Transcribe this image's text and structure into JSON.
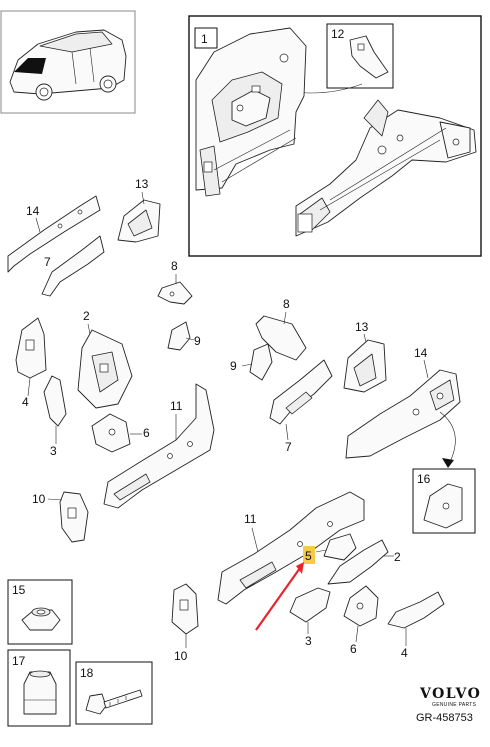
{
  "callouts": {
    "c1": "1",
    "c12": "12",
    "c14a": "14",
    "c13a": "13",
    "c7a": "7",
    "c8a": "8",
    "c9a": "9",
    "c2a": "2",
    "c4a": "4",
    "c3a": "3",
    "c6a": "6",
    "c11a": "11",
    "c10a": "10",
    "c8b": "8",
    "c13b": "13",
    "c9b": "9",
    "c14b": "14",
    "c7b": "7",
    "c16": "16",
    "c11b": "11",
    "c5": "5",
    "c2b": "2",
    "c3b": "3",
    "c6b": "6",
    "c4b": "4",
    "c10b": "10",
    "c15": "15",
    "c17": "17",
    "c18": "18"
  },
  "brand": {
    "name": "VOLVO",
    "tagline": "GENUINE PARTS",
    "reference": "GR-458753"
  },
  "colors": {
    "highlight": "#f7c948",
    "arrow": "#e8242c",
    "line": "#222222"
  },
  "icons": {
    "vehicle_thumbnail": "suv-thumbnail-icon",
    "highlight_arrow": "red-pointer-arrow-icon"
  }
}
